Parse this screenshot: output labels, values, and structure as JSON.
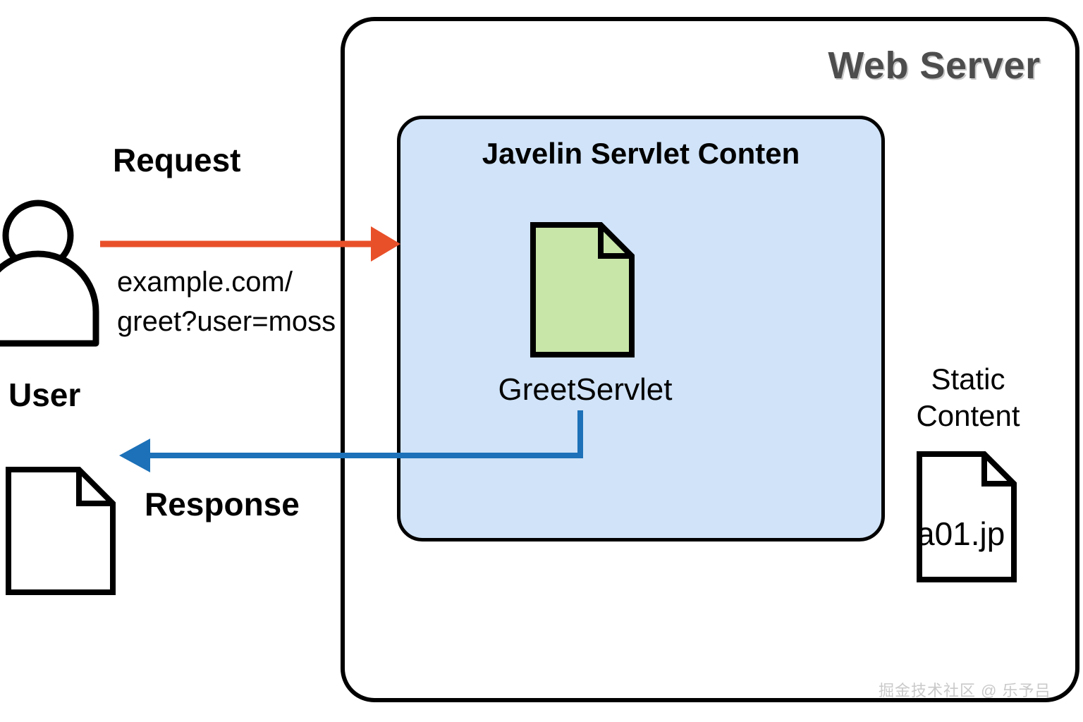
{
  "diagram": {
    "title": "Web Server servlet request/response flow",
    "server": {
      "label": "Web Server",
      "label_color": "#4d4d4d"
    },
    "servlet_container": {
      "label": "Javelin Servlet Conten",
      "fill_color": "#d0e3f8",
      "border_color": "#000000",
      "servlet": {
        "label": "GreetServlet",
        "icon": "document-icon",
        "fill_color": "#c8e6a8"
      }
    },
    "actor": {
      "label": "User",
      "icon": "user-icon",
      "response_doc_icon": "document-icon"
    },
    "request": {
      "label": "Request",
      "url": "example.com/\ngreet?user=moss",
      "arrow_color": "#e8502a",
      "arrow_direction": "right"
    },
    "response": {
      "label": "Response",
      "arrow_color": "#1c71b8",
      "arrow_direction": "left"
    },
    "static_content": {
      "label": "Static\nContent",
      "file_name": "a01.jp",
      "icon": "document-icon"
    },
    "watermark": "掘金技术社区 @ 乐予吕"
  }
}
